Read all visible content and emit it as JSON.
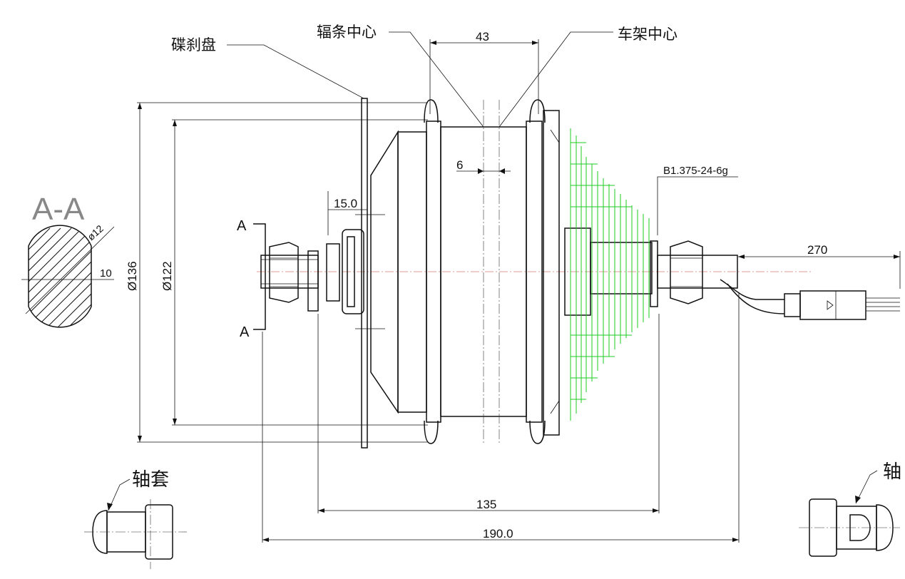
{
  "labels": {
    "disc_brake": "碟刹盘",
    "spoke_center": "辐条中心",
    "frame_center": "车架中心",
    "sleeve_left": "轴套",
    "sleeve_right": "轴"
  },
  "section": {
    "title": "A-A",
    "cut_mark_top": "A",
    "cut_mark_bottom": "A",
    "dia": "ø12",
    "flat": "10"
  },
  "dimensions": {
    "spoke_spacing": "43",
    "center_offset": "6",
    "disc_offset": "15.0",
    "thread_spec": "B1.375-24-6g",
    "cable_length": "270",
    "outer_diameter": "Ø136",
    "flange_diameter": "Ø122",
    "dropout_width": "135",
    "axle_length": "190.0"
  },
  "colors": {
    "lines": "#111111",
    "freewheel": "#22cc22",
    "centerline": "#c0392b"
  }
}
